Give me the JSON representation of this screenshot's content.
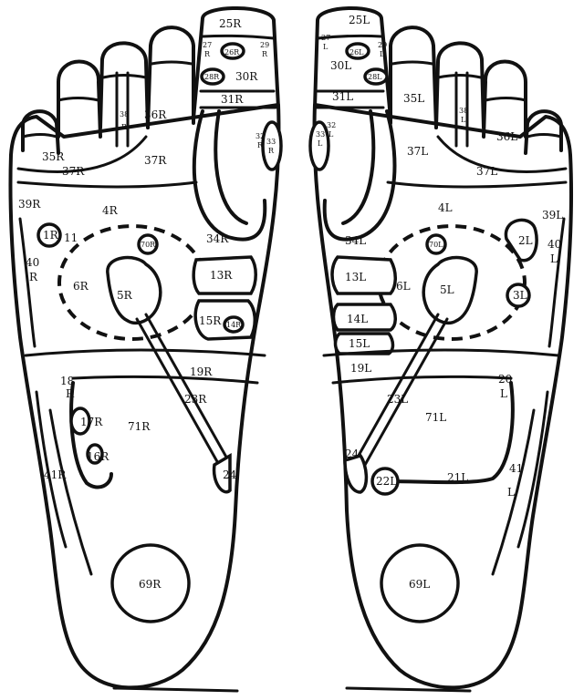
{
  "left_foot_labels": {
    "z25": "25R",
    "z26": "26R",
    "z27a": "27",
    "z27b": "R",
    "z28": "28R",
    "z29a": "29",
    "z29b": "R",
    "z30": "30R",
    "z31": "31R",
    "z32a": "32",
    "z32b": "R",
    "z33a": "33",
    "z33b": "R",
    "z35": "35R",
    "z36": "36R",
    "z37a": "37R",
    "z37b": "37R",
    "z38a": "38",
    "z38b": "R",
    "z39": "39R",
    "z40a": "40",
    "z40b": "R",
    "z4": "4R",
    "z1": "1R",
    "z11": "11",
    "z70": "70R",
    "z34": "34R",
    "z6": "6R",
    "z5": "5R",
    "z13": "13R",
    "z15": "15R",
    "z14": "14R",
    "z19": "19R",
    "z18a": "18",
    "z18b": "R",
    "z23": "23R",
    "z17": "17R",
    "z71": "71R",
    "z16": "16R",
    "z41": "41R",
    "z24": "24",
    "z69": "69R"
  },
  "right_foot_labels": {
    "z25": "25L",
    "z26": "26L",
    "z27a": "27",
    "z27b": "L",
    "z28": "28L",
    "z29a": "29",
    "z29b": "L",
    "z30": "30L",
    "z31": "31L",
    "z32a": "32",
    "z32b": "L",
    "z33a": "33",
    "z33b": "L",
    "z35": "35L",
    "z36": "36L",
    "z37a": "37L",
    "z37b": "37L",
    "z38a": "38",
    "z38b": "L",
    "z39": "39L",
    "z40a": "40",
    "z40b": "L",
    "z4": "4L",
    "z2": "2L",
    "z3": "3L",
    "z70": "70L",
    "z34": "34L",
    "z6": "6L",
    "z5": "5L",
    "z13": "13L",
    "z14": "14L",
    "z15": "15L",
    "z19": "19L",
    "z20a": "20",
    "z20b": "L",
    "z23": "23L",
    "z71": "71L",
    "z24": "24",
    "z22": "22L",
    "z21": "21L",
    "z41a": "41",
    "z41b": "L",
    "z69": "69L"
  }
}
